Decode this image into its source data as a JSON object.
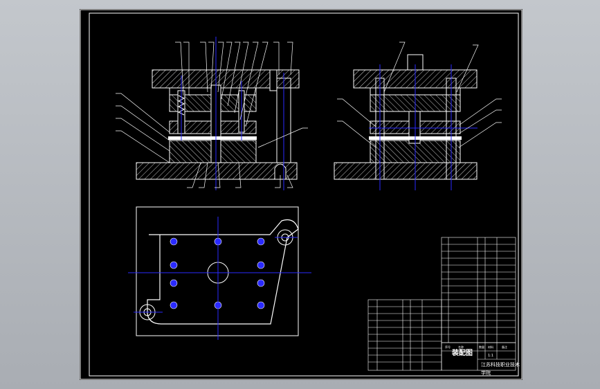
{
  "drawing": {
    "title": "装配图",
    "school_line": "江苏科技职业技术",
    "school_line2": "学院",
    "parts_header": [
      "序号",
      "名称",
      "数量",
      "材料",
      "备注"
    ],
    "scale_label": "1:1"
  },
  "colors": {
    "background": "#000000",
    "frame": "#ffffff",
    "hatch": "#ffffff",
    "centerline": "#2a2aff",
    "leader": "#ffffff",
    "window_bg": "#b6babf"
  }
}
